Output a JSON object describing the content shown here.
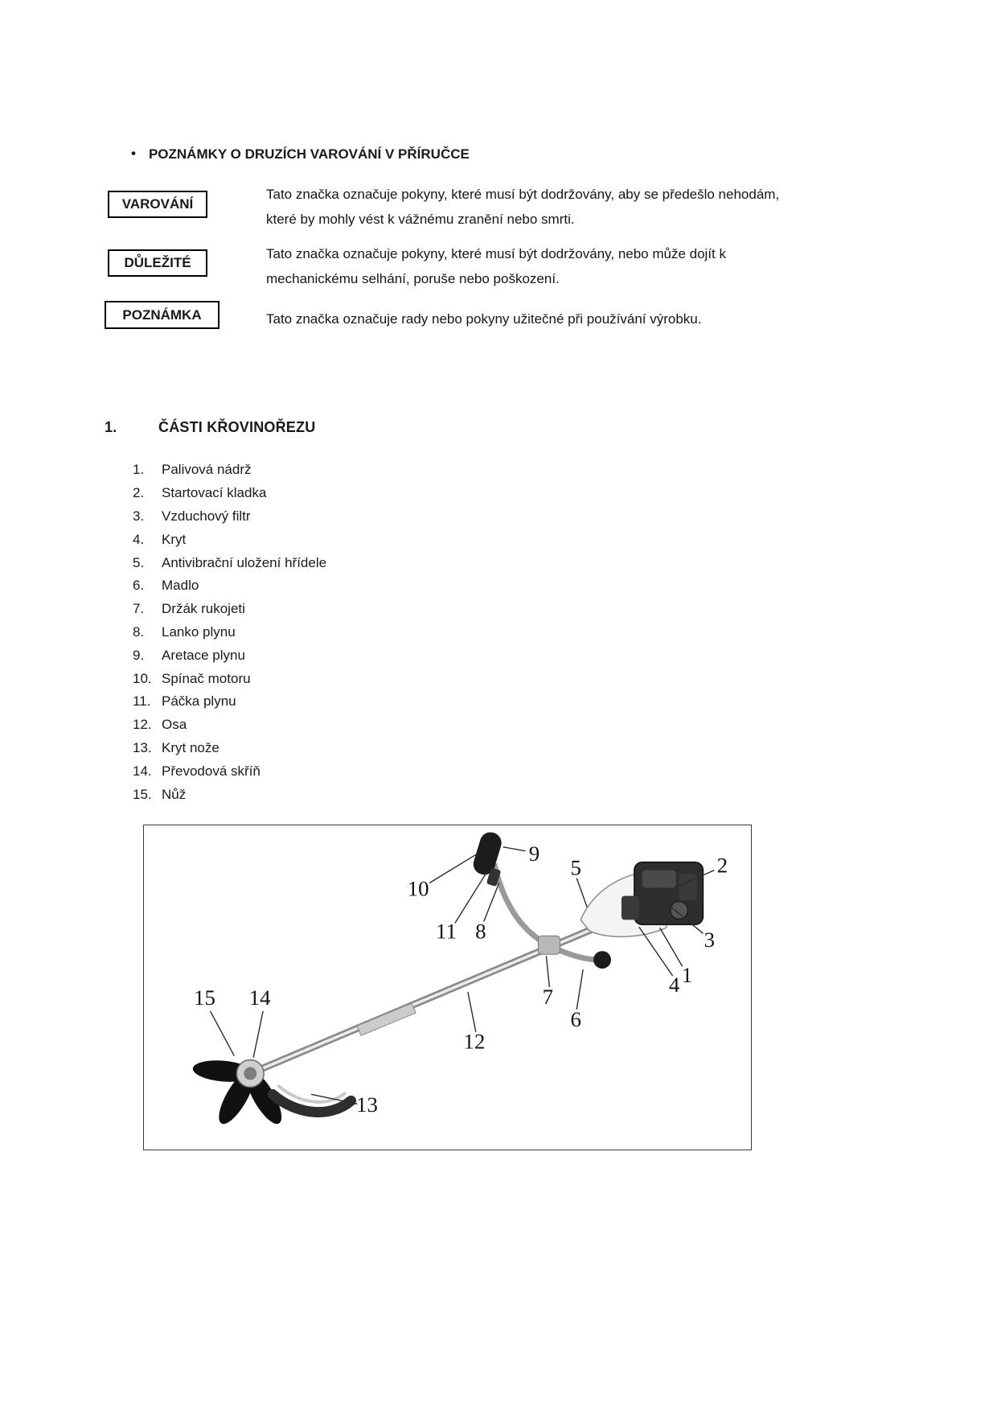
{
  "doc": {
    "bullet": "•",
    "notes_heading": "POZNÁMKY O DRUZÍCH VAROVÁNÍ V PŘÍRUČCE"
  },
  "warnings": [
    {
      "label": "VAROVÁNÍ",
      "text": "Tato značka označuje pokyny, které musí být dodržovány, aby se předešlo nehodám, které by mohly vést k vážnému zranění nebo smrti."
    },
    {
      "label": "DŮLEŽITÉ",
      "text": "Tato značka označuje pokyny, které musí být dodržovány, nebo může dojít k mechanickému selhání, poruše nebo poškození."
    },
    {
      "label": "POZNÁMKA",
      "text": "Tato značka označuje rady nebo pokyny užitečné při používání výrobku."
    }
  ],
  "section": {
    "number": "1.",
    "title": "ČÁSTI KŘOVINOŘEZU"
  },
  "parts": [
    {
      "num": "1.",
      "name": "Palivová nádrž"
    },
    {
      "num": "2.",
      "name": "Startovací kladka"
    },
    {
      "num": "3.",
      "name": "Vzduchový filtr"
    },
    {
      "num": "4.",
      "name": "Kryt"
    },
    {
      "num": "5.",
      "name": "Antivibrační uložení hřídele"
    },
    {
      "num": "6.",
      "name": "Madlo"
    },
    {
      "num": "7.",
      "name": "Držák rukojeti"
    },
    {
      "num": "8.",
      "name": "Lanko plynu"
    },
    {
      "num": "9.",
      "name": "Aretace plynu"
    },
    {
      "num": "10.",
      "name": "Spínač motoru"
    },
    {
      "num": "11.",
      "name": "Páčka plynu"
    },
    {
      "num": "12.",
      "name": "Osa"
    },
    {
      "num": "13.",
      "name": "Kryt nože"
    },
    {
      "num": "14.",
      "name": "Převodová skříň"
    },
    {
      "num": "15.",
      "name": "Nůž"
    }
  ],
  "diagram": {
    "callouts": [
      "9",
      "10",
      "5",
      "2",
      "11",
      "8",
      "3",
      "1",
      "4",
      "7",
      "6",
      "12",
      "15",
      "14",
      "13"
    ]
  }
}
